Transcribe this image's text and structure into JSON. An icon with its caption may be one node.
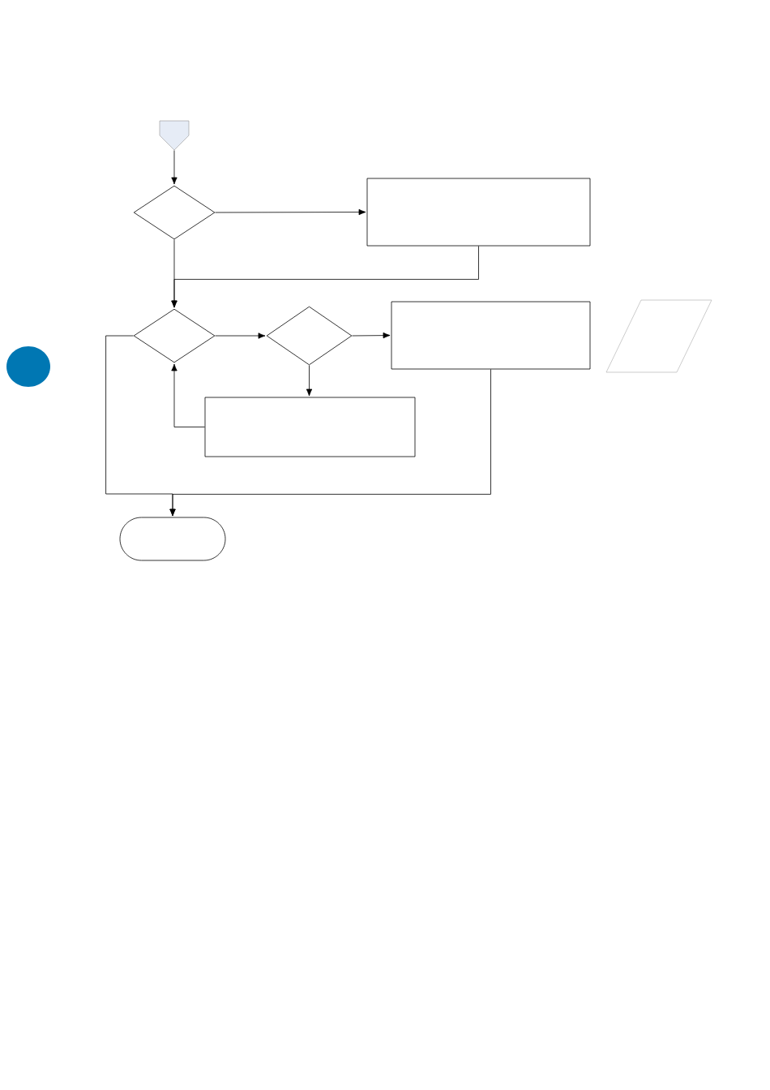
{
  "diagram": {
    "nodes": [
      {
        "text": [],
        "shape": "pentagon"
      },
      {
        "text": [],
        "shape": "diamond"
      },
      {
        "text": [],
        "shape": "box"
      },
      {
        "text": [],
        "shape": "diamond"
      },
      {
        "text": [],
        "shape": "diamond"
      },
      {
        "text": [],
        "shape": "box"
      },
      {
        "text": [],
        "shape": "parallelogram"
      },
      {
        "text": [],
        "shape": "box"
      },
      {
        "text": [],
        "shape": "oval"
      }
    ],
    "edges": [
      {
        "from": 0,
        "to": 1,
        "arrow": "to"
      },
      {
        "from": 1,
        "to": 2,
        "arrow": "to"
      },
      {
        "from": 1,
        "to": 3,
        "arrow": "to"
      },
      {
        "from": 2,
        "to": 3,
        "arrow": "to"
      },
      {
        "from": 3,
        "to": 4,
        "arrow": "to"
      },
      {
        "from": 4,
        "to": 5,
        "arrow": "to"
      },
      {
        "from": 4,
        "to": 7,
        "arrow": "to"
      },
      {
        "from": 7,
        "to": 3,
        "arrow": "to"
      },
      {
        "from": 3,
        "to": 8,
        "arrow": "to"
      },
      {
        "from": 5,
        "to": 8,
        "arrow": "to"
      }
    ]
  }
}
